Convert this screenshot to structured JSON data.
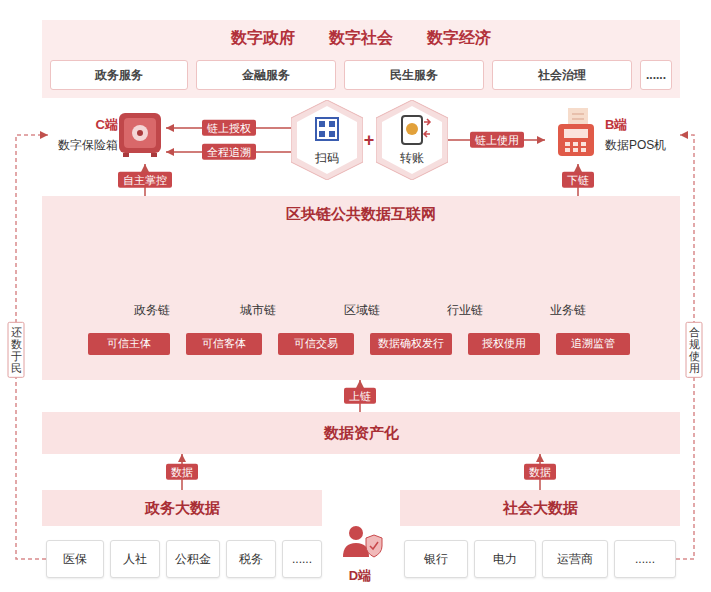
{
  "diagram": {
    "nodes": [
      {
        "text": [
          "数字政府",
          "数字社会",
          "数字经济"
        ]
      },
      {
        "text": [
          "政务服务"
        ],
        "in": 0
      },
      {
        "text": [
          "金融服务"
        ],
        "in": 0
      },
      {
        "text": [
          "民生服务"
        ],
        "in": 0
      },
      {
        "text": [
          "社会治理"
        ],
        "in": 0
      },
      {
        "text": [
          "......"
        ],
        "in": 0
      },
      {
        "text": [
          "C端",
          "数字保险箱"
        ]
      },
      {
        "text": [
          "扫码"
        ]
      },
      {
        "text": [
          "转账"
        ]
      },
      {
        "text": [
          "B端",
          "数据POS机"
        ]
      },
      {
        "text": [
          "区块链公共数据互联网"
        ]
      },
      {
        "text": [
          "政务链"
        ],
        "in": 10
      },
      {
        "text": [
          "城市链"
        ],
        "in": 10
      },
      {
        "text": [
          "区域链"
        ],
        "in": 10
      },
      {
        "text": [
          "行业链"
        ],
        "in": 10
      },
      {
        "text": [
          "业务链"
        ],
        "in": 10
      },
      {
        "text": [
          "可信主体"
        ],
        "in": 10
      },
      {
        "text": [
          "可信客体"
        ],
        "in": 10
      },
      {
        "text": [
          "可信交易"
        ],
        "in": 10
      },
      {
        "text": [
          "数据确权发行"
        ],
        "in": 10
      },
      {
        "text": [
          "授权使用"
        ],
        "in": 10
      },
      {
        "text": [
          "追溯监管"
        ],
        "in": 10
      },
      {
        "text": [
          "数据资产化"
        ]
      },
      {
        "text": [
          "政务大数据"
        ]
      },
      {
        "text": [
          "社会大数据"
        ]
      },
      {
        "text": [
          "医保"
        ]
      },
      {
        "text": [
          "人社"
        ]
      },
      {
        "text": [
          "公积金"
        ]
      },
      {
        "text": [
          "税务"
        ]
      },
      {
        "text": [
          "......"
        ]
      },
      {
        "text": [
          "银行"
        ]
      },
      {
        "text": [
          "电力"
        ]
      },
      {
        "text": [
          "运营商"
        ]
      },
      {
        "text": [
          "......"
        ]
      },
      {
        "text": [
          "D端"
        ]
      }
    ],
    "edges": [
      {
        "from": 7,
        "to": 6,
        "label": "链上授权",
        "arrow": "to"
      },
      {
        "from": 7,
        "to": 6,
        "label": "全程追溯",
        "arrow": "to"
      },
      {
        "from": 8,
        "to": 9,
        "label": "链上使用",
        "arrow": "to"
      },
      {
        "from": 10,
        "to": 6,
        "label": "自主掌控",
        "arrow": "to"
      },
      {
        "from": 10,
        "to": 9,
        "label": "下链",
        "arrow": "to"
      },
      {
        "from": 22,
        "to": 10,
        "label": "上链",
        "arrow": "to"
      },
      {
        "from": 23,
        "to": 22,
        "label": "数据",
        "arrow": "to"
      },
      {
        "from": 24,
        "to": 22,
        "label": "数据",
        "arrow": "to"
      },
      {
        "from": 25,
        "to": 6,
        "label": "还数于民",
        "arrow": "to"
      },
      {
        "from": 33,
        "to": 9,
        "label": "合规使用",
        "arrow": "to"
      },
      {
        "from": 11,
        "to": 12,
        "arrow": "none"
      },
      {
        "from": 12,
        "to": 13,
        "arrow": "none"
      },
      {
        "from": 13,
        "to": 14,
        "arrow": "none"
      },
      {
        "from": 14,
        "to": 15,
        "arrow": "none"
      },
      {
        "from": 16,
        "to": 17,
        "arrow": "none"
      },
      {
        "from": 17,
        "to": 18,
        "arrow": "none"
      },
      {
        "from": 18,
        "to": 19,
        "arrow": "none"
      },
      {
        "from": 19,
        "to": 20,
        "arrow": "none"
      },
      {
        "from": 20,
        "to": 21,
        "arrow": "none"
      }
    ],
    "labels": [
      "+"
    ]
  }
}
